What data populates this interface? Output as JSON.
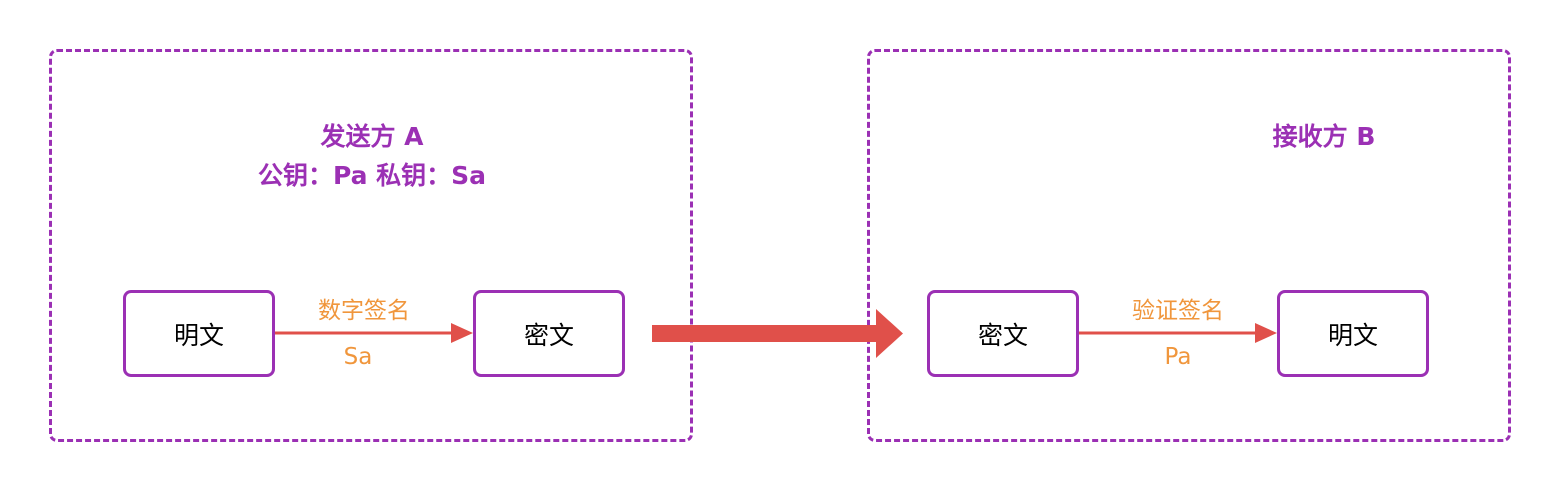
{
  "sender": {
    "title": "发送方 A",
    "keys": "公钥：Pa   私钥：Sa",
    "plaintext": "明文",
    "ciphertext": "密文",
    "edge_label": "数字签名",
    "edge_key": "Sa"
  },
  "receiver": {
    "title": "接收方 B",
    "ciphertext": "密文",
    "plaintext": "明文",
    "edge_label": "验证签名",
    "edge_key": "Pa"
  },
  "colors": {
    "panel_border": "#9b30b4",
    "node_border": "#9b30b4",
    "title": "#9b30b4",
    "arrow": "#e0504a",
    "edge_label": "#f0963c"
  }
}
